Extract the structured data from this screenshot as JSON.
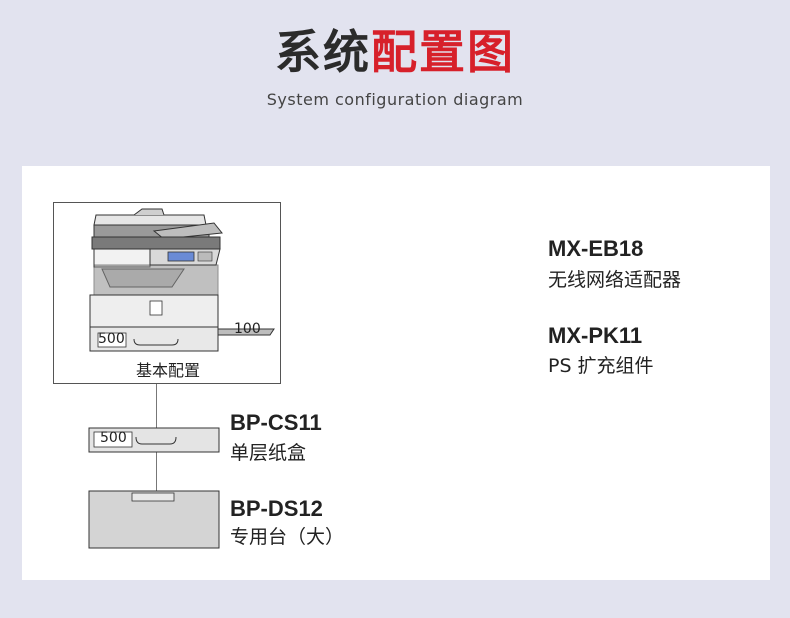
{
  "header": {
    "title_dark": "系统",
    "title_red": "配置图",
    "subtitle": "System configuration diagram"
  },
  "colors": {
    "background": "#e2e3ef",
    "accent": "#d7202a",
    "panel": "#ffffff"
  },
  "base": {
    "label": "基本配置",
    "tray_capacity": "500",
    "bypass_capacity": "100"
  },
  "options_left": [
    {
      "code": "BP-CS11",
      "desc": "单层纸盒",
      "capacity": "500"
    },
    {
      "code": "BP-DS12",
      "desc": "专用台（大）"
    }
  ],
  "options_right": [
    {
      "code": "MX-EB18",
      "desc": "无线网络适配器"
    },
    {
      "code": "MX-PK11",
      "desc": "PS 扩充组件"
    }
  ]
}
